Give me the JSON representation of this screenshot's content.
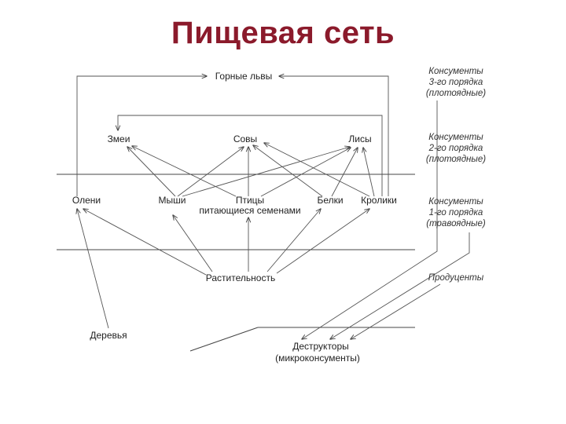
{
  "title": "Пищевая сеть",
  "colors": {
    "title": "#8b1a2b",
    "lines": "#444444"
  },
  "nodes": {
    "gornye_lvy": "Горные львы",
    "zmei": "Змеи",
    "sovy": "Совы",
    "lisy": "Лисы",
    "oleni": "Олени",
    "myshi": "Мыши",
    "ptitsy_1": "Птицы",
    "ptitsy_2": "питающиеся семенами",
    "belki": "Белки",
    "kroliki": "Кролики",
    "rastitelnost": "Растительность",
    "derevya": "Деревья",
    "destruktory_1": "Деструкторы",
    "destruktory_2": "(микроконсументы)"
  },
  "levels": {
    "c3": [
      "Консументы",
      "3-го порядка",
      "(плотоядные)"
    ],
    "c2": [
      "Консументы",
      "2-го порядка",
      "(плотоядные)"
    ],
    "c1": [
      "Консументы",
      "1-го порядка",
      "(травоядные)"
    ],
    "producers": "Продуценты"
  }
}
